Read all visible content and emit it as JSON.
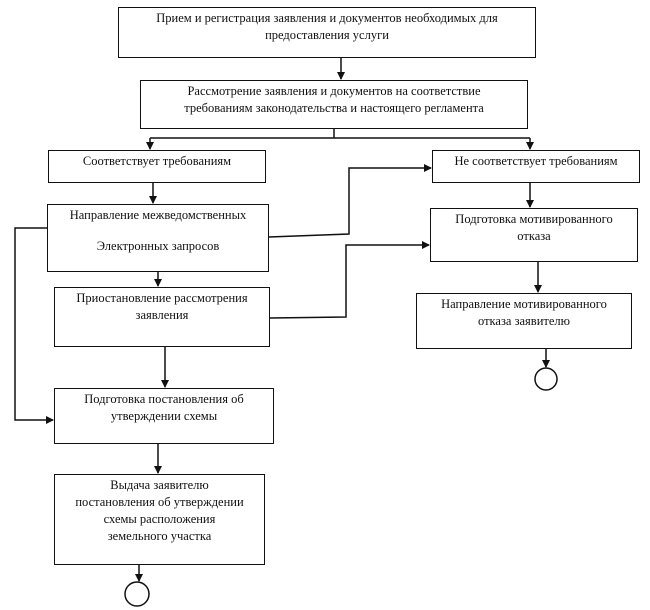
{
  "boxes": {
    "b1": [
      "Прием и регистрация заявления и документов необходимых для",
      "предоставления услуги"
    ],
    "b2": [
      "Рассмотрение заявления и документов на соответствие",
      "требованиям законодательства и настоящего регламента"
    ],
    "b3": [
      "Соответствует требованиям"
    ],
    "b4": [
      "Не соответствует требованиям"
    ],
    "b5": [
      "Направление межведомственных",
      "Электронных запросов"
    ],
    "b6": [
      "Подготовка мотивированного",
      "отказа"
    ],
    "b7": [
      "Приостановление рассмотрения",
      "заявления"
    ],
    "b8": [
      "Направление мотивированного",
      "отказа заявителю"
    ],
    "b9": [
      "Подготовка постановления об",
      "утверждении схемы"
    ],
    "b10": [
      "Выдача заявителю",
      "постановления об утверждении",
      "схемы расположения",
      "земельного участка"
    ]
  }
}
